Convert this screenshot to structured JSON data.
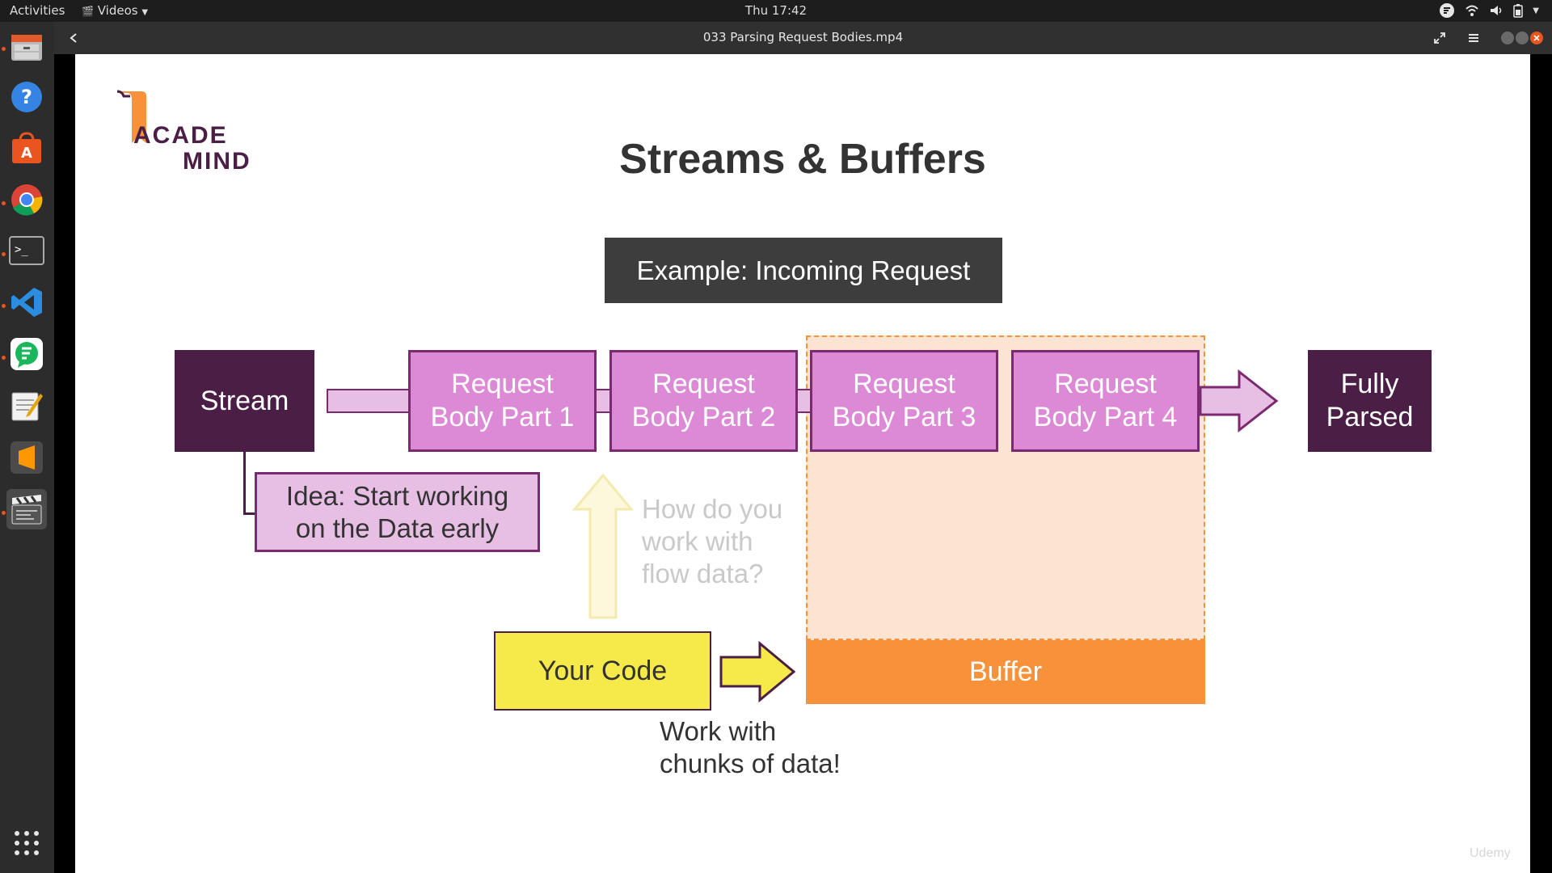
{
  "topbar": {
    "activities": "Activities",
    "app_menu": "Videos",
    "clock": "Thu 17:42"
  },
  "window": {
    "title": "033 Parsing Request Bodies.mp4"
  },
  "slide": {
    "logo_line1": "ACADE",
    "logo_line2": "MIND",
    "title": "Streams & Buffers",
    "example_label": "Example: Incoming Request",
    "stream": "Stream",
    "parts": [
      {
        "line1": "Request",
        "line2": "Body Part 1"
      },
      {
        "line1": "Request",
        "line2": "Body Part 2"
      },
      {
        "line1": "Request",
        "line2": "Body Part 3"
      },
      {
        "line1": "Request",
        "line2": "Body Part 4"
      }
    ],
    "fully_parsed_line1": "Fully",
    "fully_parsed_line2": "Parsed",
    "idea_line1": "Idea: Start working",
    "idea_line2": "on the Data early",
    "question_line1": "How do you",
    "question_line2": "work with",
    "question_line3": "flow data?",
    "your_code": "Your Code",
    "buffer": "Buffer",
    "chunks_line1": "Work with",
    "chunks_line2": "chunks of data!",
    "watermark": "Udemy"
  },
  "colors": {
    "dark_purple": "#4b1e45",
    "pink": "#dc8ad6",
    "light_pink": "#e8bfe4",
    "buffer_orange": "#f7913a",
    "buffer_area": "#fde3d2",
    "your_code_yellow": "#f6ea4a",
    "ubuntu_accent": "#e95420"
  }
}
